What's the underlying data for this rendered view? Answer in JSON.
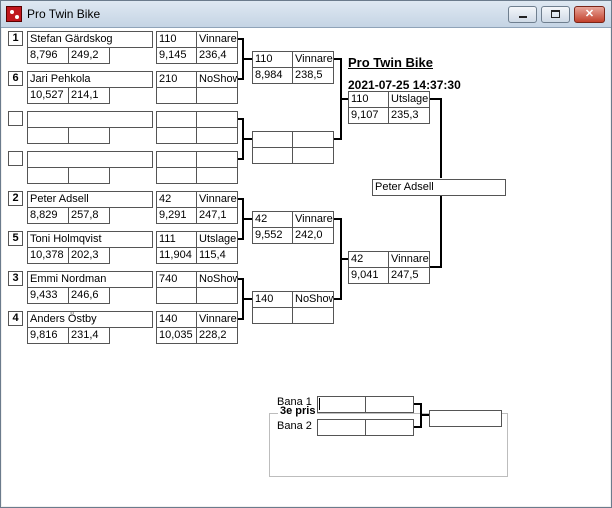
{
  "window": {
    "title": "Pro Twin Bike"
  },
  "header": {
    "title": "Pro Twin Bike",
    "timestamp": "2021-07-25 14:37:30"
  },
  "round1": [
    {
      "seed": "1",
      "name": "Stefan Gärdskog",
      "time": "8,796",
      "speed": "249,2"
    },
    {
      "seed": "6",
      "name": "Jari Pehkola",
      "time": "10,527",
      "speed": "214,1"
    },
    {
      "seed": "",
      "name": "",
      "time": "",
      "speed": ""
    },
    {
      "seed": "",
      "name": "",
      "time": "",
      "speed": ""
    },
    {
      "seed": "2",
      "name": "Peter Adsell",
      "time": "8,829",
      "speed": "257,8"
    },
    {
      "seed": "5",
      "name": "Toni Holmqvist",
      "time": "10,378",
      "speed": "202,3"
    },
    {
      "seed": "3",
      "name": "Emmi Nordman",
      "time": "9,433",
      "speed": "246,6"
    },
    {
      "seed": "4",
      "name": "Anders Östby",
      "time": "9,816",
      "speed": "231,4"
    }
  ],
  "round1_results": [
    {
      "num": "110",
      "status": "Vinnare",
      "time": "9,145",
      "speed": "236,4"
    },
    {
      "num": "210",
      "status": "NoShow",
      "time": "",
      "speed": ""
    },
    {
      "num": "",
      "status": "",
      "time": "",
      "speed": ""
    },
    {
      "num": "",
      "status": "",
      "time": "",
      "speed": ""
    },
    {
      "num": "42",
      "status": "Vinnare",
      "time": "9,291",
      "speed": "247,1"
    },
    {
      "num": "111",
      "status": "Utslager",
      "time": "11,904",
      "speed": "115,4"
    },
    {
      "num": "740",
      "status": "NoShow",
      "time": "",
      "speed": ""
    },
    {
      "num": "140",
      "status": "Vinnare",
      "time": "10,035",
      "speed": "228,2"
    }
  ],
  "round2": [
    {
      "num": "110",
      "status": "Vinnare",
      "time": "8,984",
      "speed": "238,5"
    },
    {
      "num": "",
      "status": "",
      "time": "",
      "speed": ""
    },
    {
      "num": "42",
      "status": "Vinnare",
      "time": "9,552",
      "speed": "242,0"
    },
    {
      "num": "140",
      "status": "NoShow",
      "time": "",
      "speed": ""
    }
  ],
  "semis": [
    {
      "num": "110",
      "status": "Utslager",
      "time": "9,107",
      "speed": "235,3"
    },
    {
      "num": "42",
      "status": "Vinnare",
      "time": "9,041",
      "speed": "247,5"
    }
  ],
  "final": {
    "winner": "Peter Adsell"
  },
  "third_place": {
    "title": "3e pris",
    "lane1_label": "Bana 1",
    "lane2_label": "Bana 2",
    "lane1": {
      "a": "",
      "b": ""
    },
    "lane2": {
      "a": "",
      "b": ""
    },
    "result": ""
  }
}
